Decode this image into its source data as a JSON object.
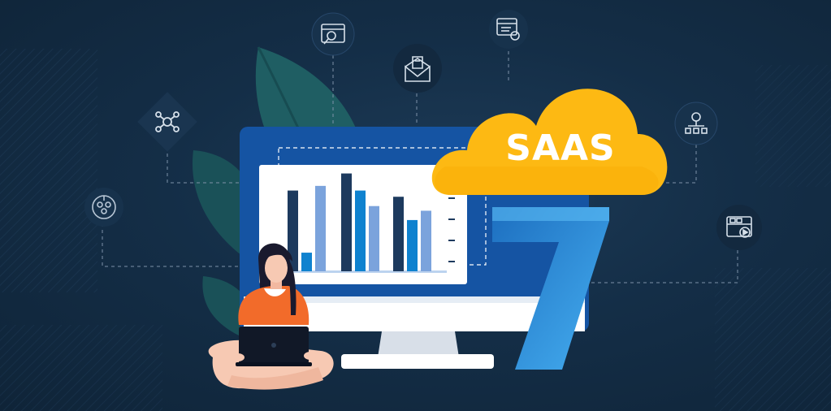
{
  "cloud_label": "SAAS",
  "big_number": "7",
  "chart_data": {
    "type": "bar",
    "categories": [
      "",
      "",
      ""
    ],
    "series": [
      {
        "values": [
          5.2,
          6.3,
          4.8
        ]
      },
      {
        "values": [
          1.2,
          5.2,
          3.3
        ]
      },
      {
        "values": [
          5.5,
          4.2,
          3.9
        ]
      }
    ],
    "ylim": [
      0,
      6.8
    ],
    "colors": [
      "#1d3a5e",
      "#0f82cf",
      "#7ba3dc"
    ]
  },
  "icons": [
    "network-node-icon",
    "team-people-icon",
    "web-search-icon",
    "email-marketing-icon",
    "web-settings-icon",
    "financial-hierarchy-icon",
    "video-conference-icon"
  ],
  "colors": {
    "background": "#142e47",
    "cloud": "#fdb913",
    "monitor": "#1554a3",
    "seven": "#3b9de4",
    "shirt": "#f26b2a",
    "leaf": "#1f5e63"
  }
}
